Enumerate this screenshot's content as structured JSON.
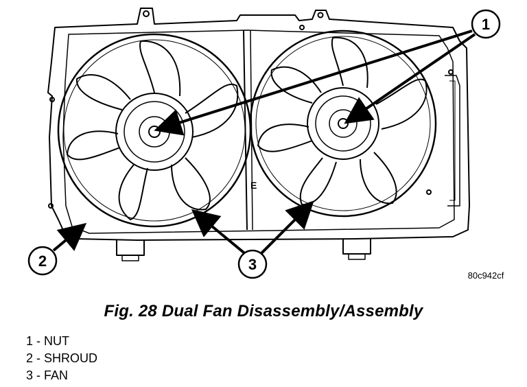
{
  "figure": {
    "caption": "Fig. 28 Dual Fan Disassembly/Assembly",
    "reference_code": "80c942cf",
    "shroud_mark": "E"
  },
  "callouts": [
    {
      "number": "1",
      "part": "NUT"
    },
    {
      "number": "2",
      "part": "SHROUD"
    },
    {
      "number": "3",
      "part": "FAN"
    }
  ],
  "legend": [
    "1 - NUT",
    "2 - SHROUD",
    "3 - FAN"
  ]
}
